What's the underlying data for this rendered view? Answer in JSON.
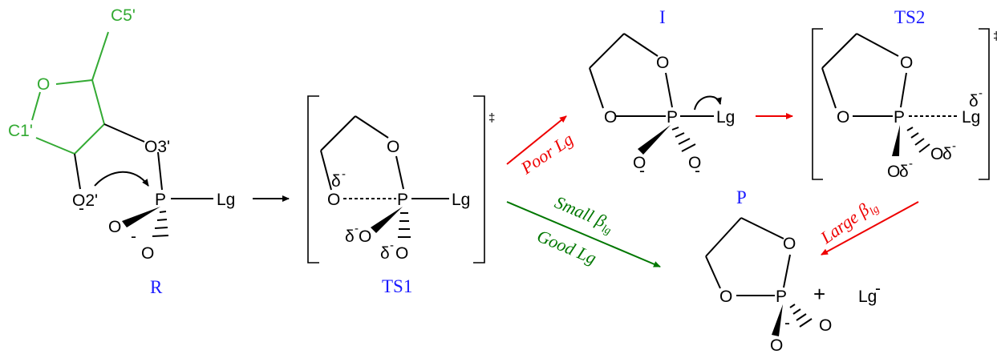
{
  "colors": {
    "label": "#1a1aff",
    "ribose": "#33aa33",
    "poor_path": "#ee0000",
    "good_path": "#007700"
  },
  "species": {
    "R": {
      "label": "R",
      "atoms": {
        "c5": "C5'",
        "o_ring": "O",
        "c1": "C1'",
        "o3": "O3'",
        "o2": "O2'",
        "minus": "-",
        "p": "P",
        "lg": "Lg",
        "o_a": "O",
        "o_b": "O",
        "o_minus": "-"
      }
    },
    "TS1": {
      "label": "TS1",
      "dagger": "‡",
      "atoms": {
        "o_top": "O",
        "o_left": "O",
        "delta": "δ",
        "minus": "-",
        "p": "P",
        "lg": "Lg",
        "o_bl": "O",
        "o_br": "O"
      }
    },
    "I": {
      "label": "I",
      "atoms": {
        "o_top": "O",
        "o_left": "O",
        "p": "P",
        "lg": "Lg",
        "o_bl": "O",
        "o_br": "O",
        "minus": "-"
      }
    },
    "TS2": {
      "label": "TS2",
      "dagger": "‡",
      "atoms": {
        "o_top": "O",
        "o_left": "O",
        "p": "P",
        "lg": "Lg",
        "delta": "δ",
        "minus": "-",
        "o_bl": "O",
        "o_br": "O"
      }
    },
    "P": {
      "label": "P",
      "atoms": {
        "o_top": "O",
        "o_left": "O",
        "p": "P",
        "o_a": "O",
        "o_b": "O",
        "minus": "-",
        "plus": "+",
        "lg": "Lg"
      }
    }
  },
  "conditions": {
    "poor": "Poor Lg",
    "small_beta_prefix": "Small β",
    "beta_subscript": "lg",
    "good": "Good Lg",
    "large_beta_prefix": "Large β"
  }
}
